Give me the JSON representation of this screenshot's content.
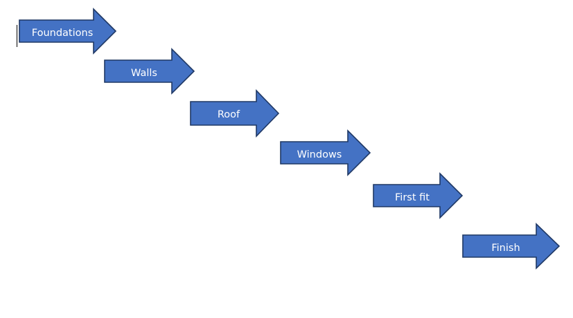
{
  "diagram": {
    "steps": [
      {
        "label": "Foundations"
      },
      {
        "label": "Walls"
      },
      {
        "label": "Roof"
      },
      {
        "label": "Windows"
      },
      {
        "label": "First fit"
      },
      {
        "label": "Finish"
      }
    ]
  },
  "colors": {
    "arrow_fill": "#4472c4",
    "arrow_stroke": "#1f3864",
    "label_text": "#ffffff"
  }
}
